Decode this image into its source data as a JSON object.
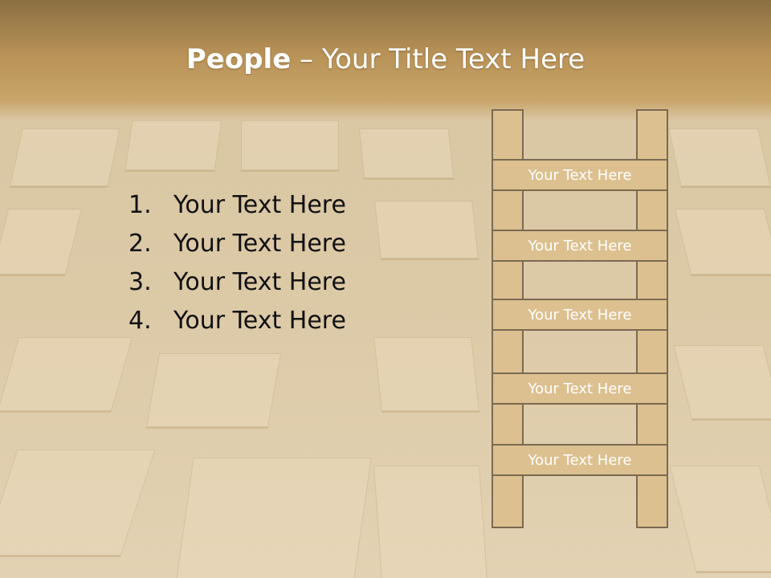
{
  "slide": {
    "title_bold": "People",
    "title_rest": " – Your Title Text Here",
    "list": [
      {
        "num": "1.",
        "text": "Your Text Here"
      },
      {
        "num": "2.",
        "text": "Your Text Here"
      },
      {
        "num": "3.",
        "text": "Your Text Here"
      },
      {
        "num": "4.",
        "text": "Your Text Here"
      }
    ],
    "ladder_rungs": [
      "Your Text Here",
      "Your Text Here",
      "Your Text Here",
      "Your Text Here",
      "Your Text Here"
    ]
  },
  "colors": {
    "header_gradient_top": "#8b6f42",
    "header_gradient_bottom": "#c8a56a",
    "ladder_fill": "#dcc08f",
    "ladder_stroke": "#7a6a52",
    "title_text": "#ffffff",
    "list_text": "#111111"
  }
}
